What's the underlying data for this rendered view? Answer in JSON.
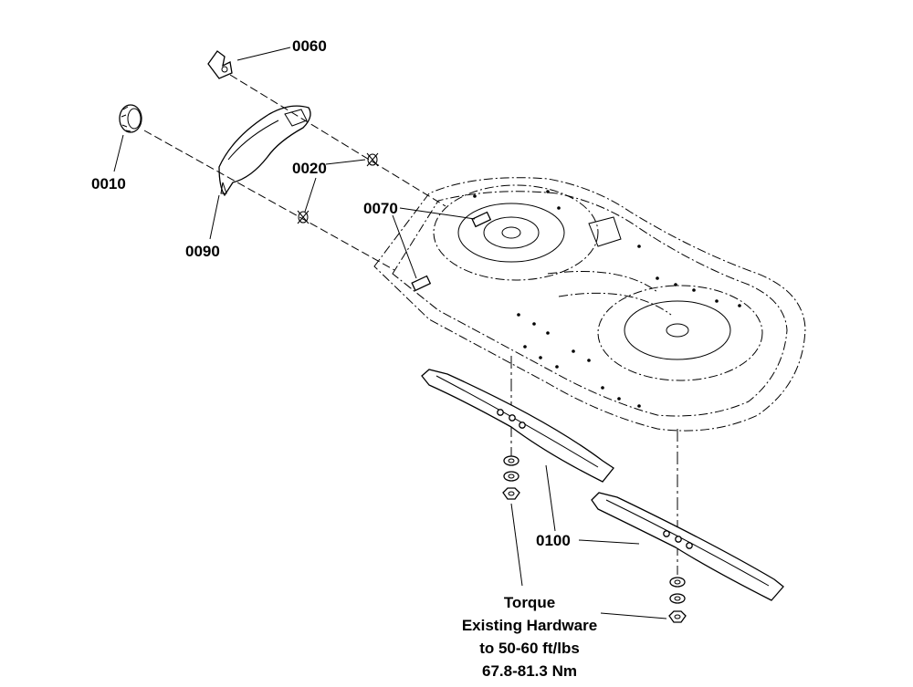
{
  "diagram": {
    "part_labels": {
      "p0010": "0010",
      "p0020": "0020",
      "p0060": "0060",
      "p0070": "0070",
      "p0090": "0090",
      "p0100": "0100"
    },
    "torque_note": {
      "line1": "Torque",
      "line2": "Existing Hardware",
      "line3": "to 50-60 ft/lbs",
      "line4": "67.8-81.3 Nm"
    }
  }
}
